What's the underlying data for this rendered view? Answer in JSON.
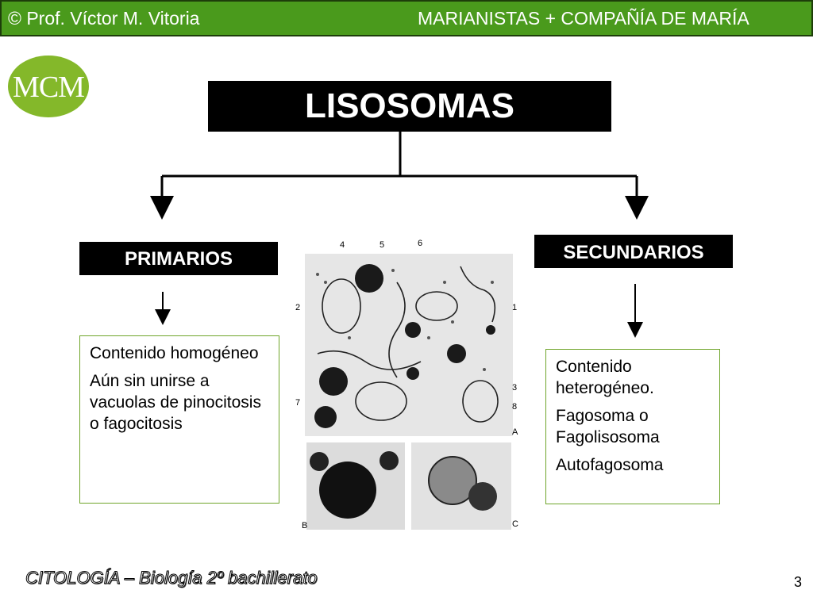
{
  "header": {
    "left": "© Prof. Víctor M. Vitoria",
    "right": "MARIANISTAS + COMPAÑÍA DE MARÍA",
    "bar_color": "#4a9a1c"
  },
  "logo": {
    "text": "MCM",
    "color": "#84b82a"
  },
  "diagram": {
    "title": "LISOSOMAS",
    "left_label": "PRIMARIOS",
    "right_label": "SECUNDARIOS",
    "left_items": [
      "Contenido homogéneo",
      "Aún sin unirse a vacuolas de pinocitosis o fagocitosis"
    ],
    "right_items": [
      "Contenido heterogéneo.",
      "Fagosoma o Fagolisosoma",
      "Autofagosoma"
    ]
  },
  "micrograph": {
    "labels": [
      "4",
      "5",
      "6",
      "2",
      "1",
      "3",
      "8",
      "7",
      "A",
      "B",
      "C"
    ]
  },
  "footer": {
    "left": "CITOLOGÍA – Biología 2º bachillerato",
    "page": "3"
  }
}
